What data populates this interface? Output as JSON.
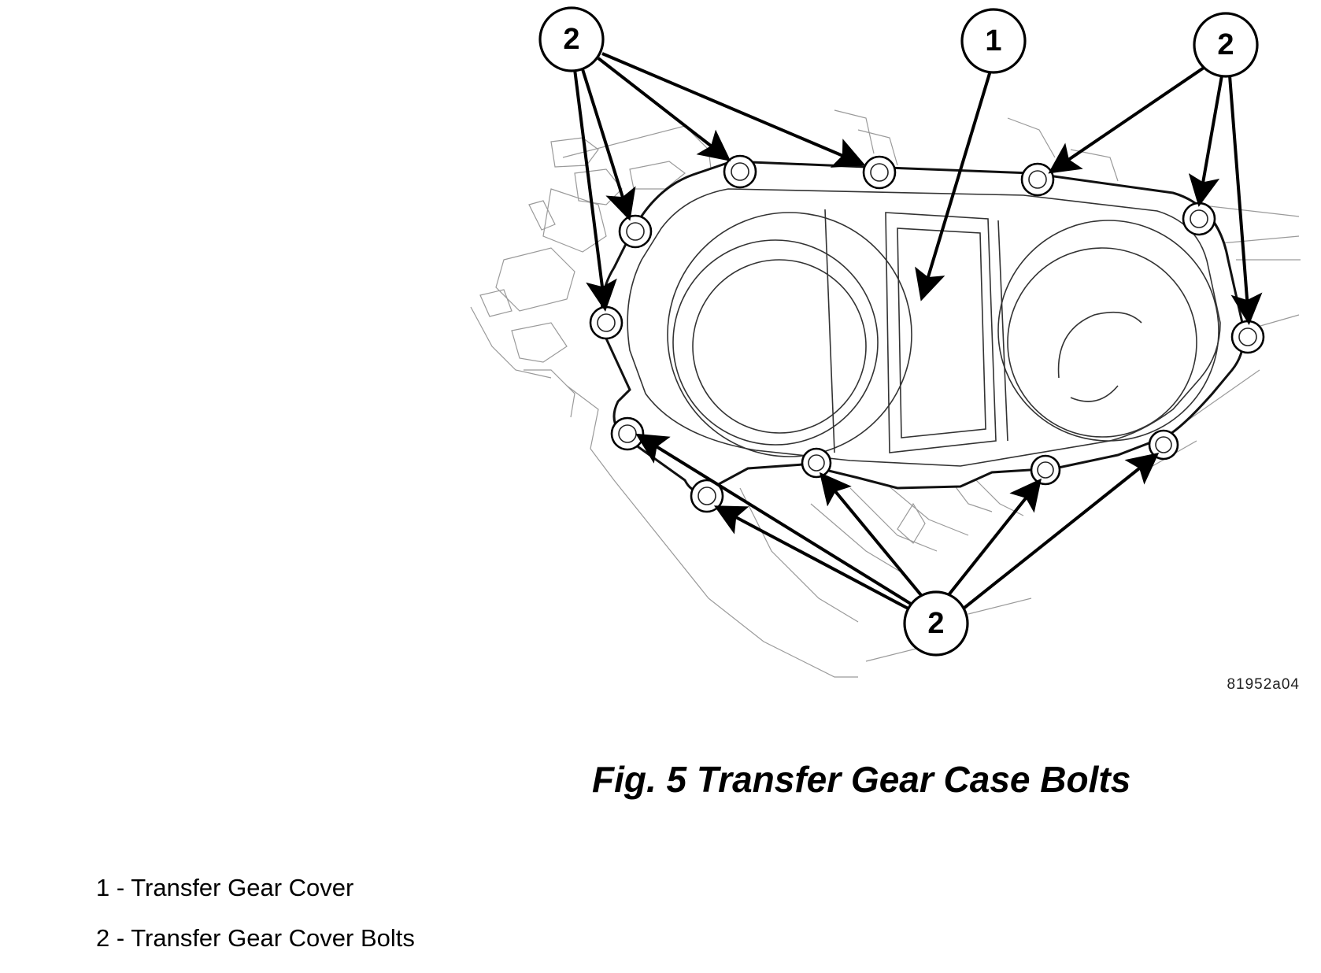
{
  "figure": {
    "image_code": "81952a04",
    "caption": "Fig. 5 Transfer Gear Case Bolts"
  },
  "callouts": [
    "1",
    "2",
    "2",
    "2"
  ],
  "legend": [
    "1 - Transfer Gear Cover",
    "2 - Transfer Gear Cover Bolts"
  ]
}
